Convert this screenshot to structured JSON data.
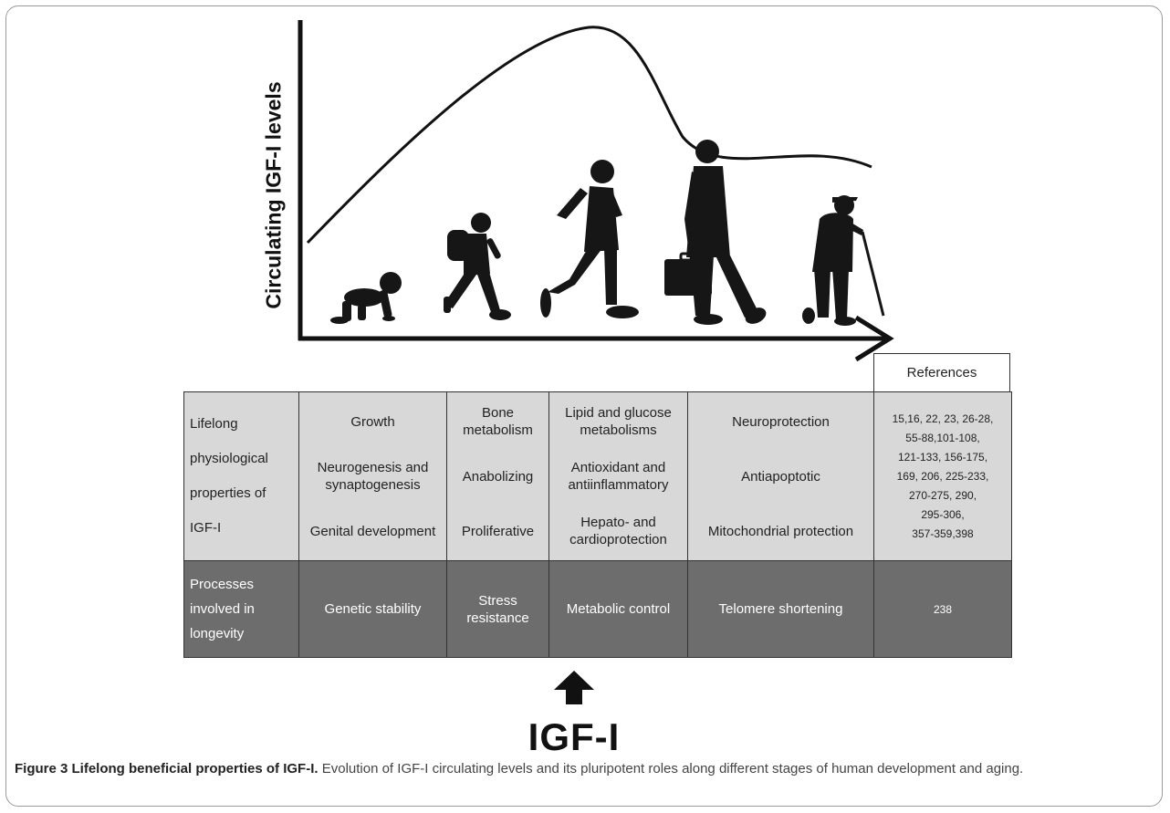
{
  "figure": {
    "y_axis_label": "Circulating IGF-I levels",
    "bottom_label": "IGF-I",
    "caption_title": "Figure 3 Lifelong beneficial properties of IGF-I.",
    "caption_text": "Evolution of IGF-I circulating levels and its pluripotent roles along different stages of human development and aging.",
    "silhouettes": [
      "baby-crawling-icon",
      "child-with-backpack-icon",
      "young-man-walking-icon",
      "adult-with-briefcase-icon",
      "elderly-with-cane-icon"
    ]
  },
  "table": {
    "references_header": "References",
    "row1": {
      "label": [
        "Lifelong",
        "physiological",
        "properties of",
        "IGF-I"
      ],
      "columns": [
        [
          "Growth",
          "Neurogenesis and synaptogenesis",
          "Genital development"
        ],
        [
          "Bone metabolism",
          "Anabolizing",
          "Proliferative"
        ],
        [
          "Lipid and glucose metabolisms",
          "Antioxidant and antiinflammatory",
          "Hepato- and cardioprotection"
        ],
        [
          "Neuroprotection",
          "Antiapoptotic",
          "Mitochondrial protection"
        ]
      ],
      "references": [
        "15,16, 22, 23, 26-28,",
        "55-88,101-108,",
        "121-133, 156-175,",
        "169, 206, 225-233,",
        "270-275, 290,",
        "295-306,",
        "357-359,398"
      ]
    },
    "row2": {
      "label": [
        "Processes",
        "involved in",
        "longevity"
      ],
      "columns": [
        "Genetic stability",
        "Stress resistance",
        "Metabolic control",
        "Telomere shortening"
      ],
      "references": "238"
    }
  }
}
